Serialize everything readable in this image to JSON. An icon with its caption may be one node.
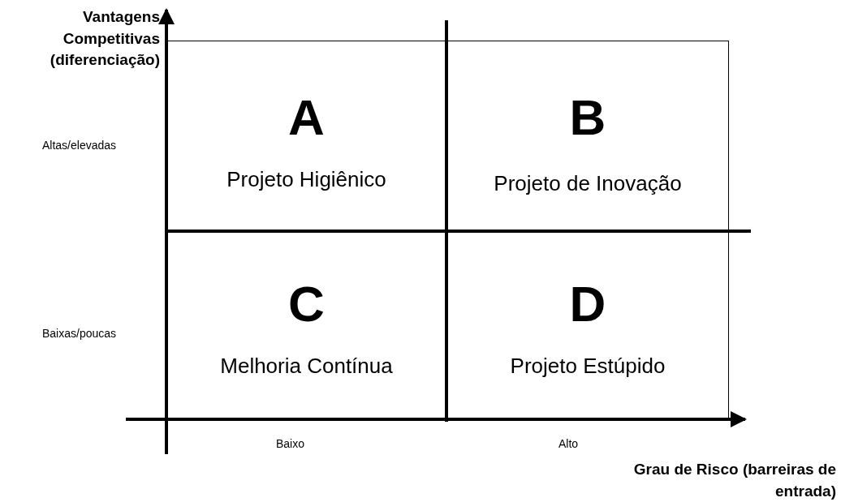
{
  "diagram": {
    "nodes": [
      {
        "text": [
          "A",
          "Projeto Higiênico"
        ]
      },
      {
        "text": [
          "B",
          "Projeto de Inovação"
        ]
      },
      {
        "text": [
          "C",
          "Melhoria Contínua"
        ]
      },
      {
        "text": [
          "D",
          "Projeto Estúpido"
        ]
      }
    ],
    "labels": [
      "Vantagens Competitivas (diferenciação)",
      "Altas/elevadas",
      "Baixas/poucas",
      "Baixo",
      "Alto",
      "Grau de Risco (barreiras de entrada)"
    ]
  }
}
